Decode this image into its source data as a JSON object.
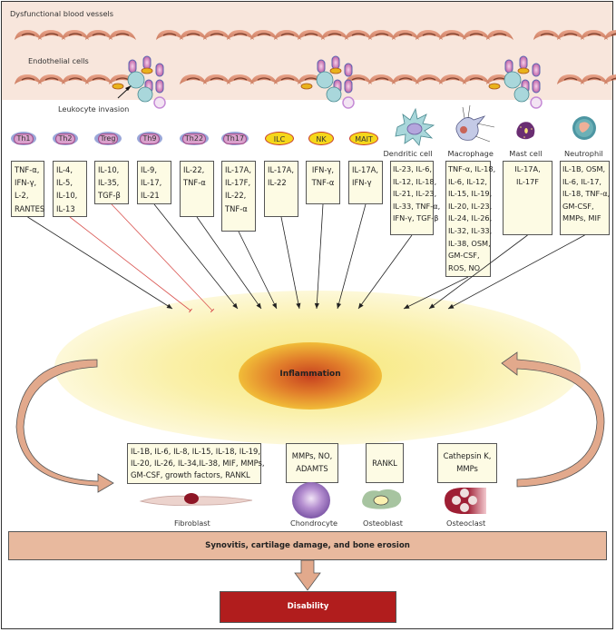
{
  "vessels": {
    "title": "Dysfunctional blood vessels",
    "endothelial_label": "Endothelial cells",
    "invasion_label": "Leukocyte invasion"
  },
  "cells": [
    {
      "name": "Th1",
      "kind": "t-cell",
      "cytokines": [
        "TNF-α,",
        "IFN-γ,",
        "L-2,",
        "RANTES"
      ],
      "effect": "promote"
    },
    {
      "name": "Th2",
      "kind": "t-cell",
      "cytokines": [
        "IL-4,",
        "IL-5,",
        "IL-10,",
        "IL-13"
      ],
      "effect": "inhibit"
    },
    {
      "name": "Treg",
      "kind": "t-cell",
      "cytokines": [
        "IL-10,",
        "IL-35,",
        "TGF-β"
      ],
      "effect": "inhibit"
    },
    {
      "name": "Th9",
      "kind": "t-cell",
      "cytokines": [
        "IL-9,",
        "IL-17,",
        "IL-21"
      ],
      "effect": "promote"
    },
    {
      "name": "Th22",
      "kind": "t-cell",
      "cytokines": [
        "IL-22,",
        "TNF-α"
      ],
      "effect": "promote"
    },
    {
      "name": "Th17",
      "kind": "t-cell",
      "cytokines": [
        "IL-17A,",
        "IL-17F,",
        "IL-22,",
        "TNF-α"
      ],
      "effect": "promote"
    },
    {
      "name": "ILC",
      "kind": "innate-lymphoid",
      "cytokines": [
        "IL-17A,",
        "IL-22"
      ],
      "effect": "promote"
    },
    {
      "name": "NK",
      "kind": "innate-lymphoid",
      "cytokines": [
        "IFN-γ,",
        "TNF-α"
      ],
      "effect": "promote"
    },
    {
      "name": "MAIT",
      "kind": "innate-lymphoid",
      "cytokines": [
        "IL-17A,",
        "IFN-γ"
      ],
      "effect": "promote"
    },
    {
      "name": "Dendritic cell",
      "kind": "dendritic",
      "cytokines": [
        "IL-23, IL-6,",
        "IL-12, IL-18,",
        "IL-21, IL-23,",
        "IL-33, TNF-α,",
        "IFN-γ, TGF-β"
      ],
      "effect": "promote"
    },
    {
      "name": "Macrophage",
      "kind": "macrophage",
      "cytokines": [
        "TNF-α, IL-18,",
        "IL-6, IL-12,",
        "IL-15, IL-19,",
        "IL-20, IL-23,",
        "IL-24, IL-26,",
        "IL-32, IL-33,",
        "IL-38, OSM,",
        "GM-CSF,",
        "ROS, NO"
      ],
      "effect": "promote"
    },
    {
      "name": "Mast cell",
      "kind": "mast",
      "cytokines": [
        "IL-17A,",
        "IL-17F"
      ],
      "effect": "promote"
    },
    {
      "name": "Neutrophil",
      "kind": "neutrophil",
      "cytokines": [
        "IL-1B, OSM,",
        "IL-6, IL-17,",
        "IL-18, TNF-α,",
        "GM-CSF,",
        "MMPs, MIF"
      ],
      "effect": "promote"
    }
  ],
  "center": {
    "label": "Inflammation"
  },
  "tissue_cells": [
    {
      "name": "Fibroblast",
      "mediators": [
        "IL-1B, IL-6, IL-8, IL-15, IL-18, IL-19,",
        "IL-20, IL-26, IL-34,IL-38, MIF, MMPs,",
        "GM-CSF, growth factors, RANKL"
      ]
    },
    {
      "name": "Chondrocyte",
      "mediators": [
        "MMPs, NO,",
        "ADAMTS"
      ]
    },
    {
      "name": "Osteoblast",
      "mediators": [
        "RANKL"
      ]
    },
    {
      "name": "Osteoclast",
      "mediators": [
        "Cathepsin K,",
        "MMPs"
      ]
    }
  ],
  "outcome": {
    "damage": "Synovitis, cartilage damage, and bone erosion",
    "final": "Disability"
  },
  "colors": {
    "vessel_band": "#f8e6dc",
    "box_fill": "#fdfbe4",
    "inhibit_arrow": "#d9534f",
    "promote_arrow": "#222222",
    "bar_fill": "#e8b99e",
    "disability_fill": "#b11d1d"
  }
}
